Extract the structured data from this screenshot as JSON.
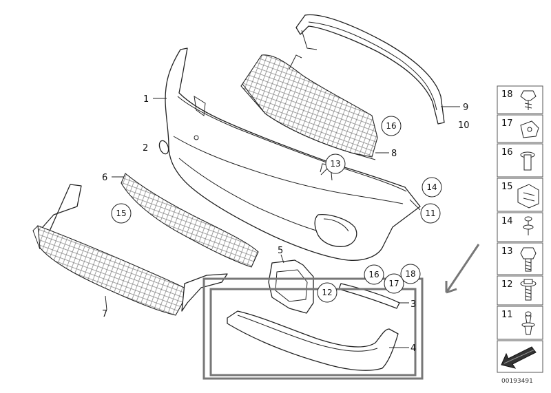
{
  "callouts": {
    "c1": "1",
    "c2": "2",
    "c3": "3",
    "c4": "4",
    "c5": "5",
    "c6": "6",
    "c7": "7",
    "c8": "8",
    "c9": "9",
    "c10": "10",
    "c11": "11",
    "c12": "12",
    "c13": "13",
    "c14": "14",
    "c15": "15",
    "c16a": "16",
    "c16b": "16",
    "c17": "17",
    "c18": "18"
  },
  "sidebar": {
    "items": [
      {
        "number": "18",
        "icon": "clip-nut-icon"
      },
      {
        "number": "17",
        "icon": "spring-nut-icon"
      },
      {
        "number": "16",
        "icon": "expanding-rivet-icon"
      },
      {
        "number": "15",
        "icon": "bracket-clip-icon"
      },
      {
        "number": "14",
        "icon": "screw-icon"
      },
      {
        "number": "13",
        "icon": "hex-screw-icon"
      },
      {
        "number": "12",
        "icon": "flange-screw-icon"
      },
      {
        "number": "11",
        "icon": "push-rivet-icon"
      }
    ]
  },
  "footer": {
    "diagram_id": "00193491"
  },
  "colors": {
    "line": "#222222",
    "box": "#777777",
    "arrow": "#777777"
  }
}
